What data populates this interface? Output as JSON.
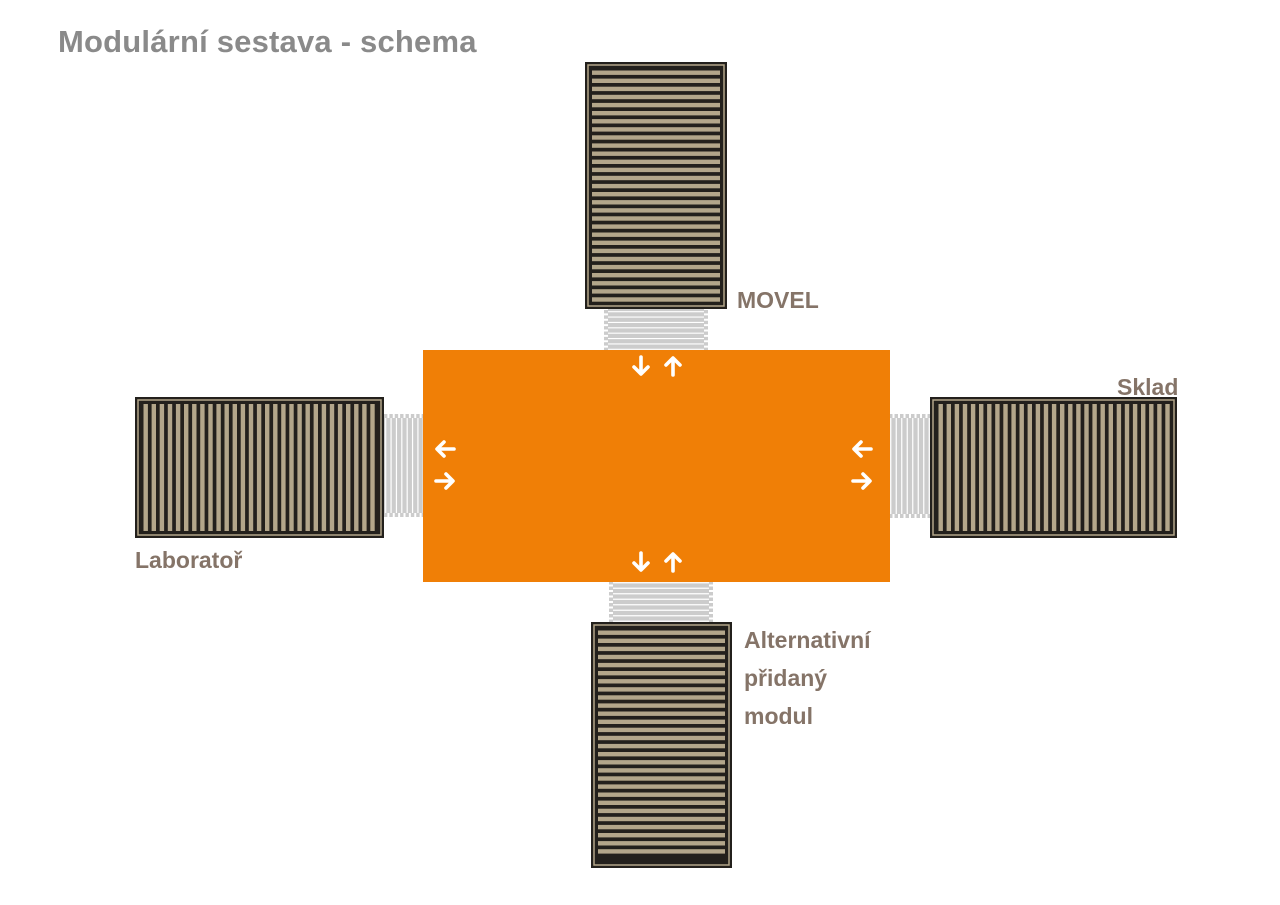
{
  "diagram": {
    "title": "Modulární sestava - schema",
    "colors": {
      "hub": "#f07f06",
      "module_frame": "#23201c",
      "module_slat": "#b3a68a",
      "connector": "#cccccc",
      "label": "#857468",
      "title": "#8a8a8a"
    },
    "hub": {
      "name": "central-hub"
    },
    "modules": {
      "top": {
        "label": "MOVEL"
      },
      "right": {
        "label": "Sklad"
      },
      "left": {
        "label": "Laboratoř"
      },
      "bottom": {
        "label_lines": [
          "Alternativní",
          "přidaný",
          "modul"
        ]
      }
    },
    "arrow_icons": [
      "arrow-down-icon",
      "arrow-up-icon",
      "arrow-left-icon",
      "arrow-right-icon"
    ]
  }
}
